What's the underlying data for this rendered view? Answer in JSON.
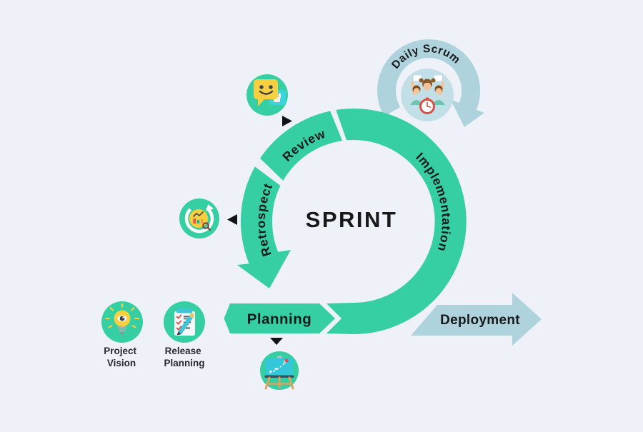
{
  "diagram": {
    "center_label": "SPRINT",
    "segments": {
      "review": "Review",
      "retrospect": "Retrospect",
      "implementation": "Implementation",
      "planning": "Planning"
    },
    "flows": {
      "daily_scrum": "Daily Scrum",
      "deployment": "Deployment"
    },
    "inputs": {
      "project_vision": {
        "line1": "Project",
        "line2": "Vision"
      },
      "release_planning": {
        "line1": "Release",
        "line2": "Planning"
      }
    },
    "icons": {
      "review": "feedback-speech-bubbles-icon",
      "retrospect": "analysis-refresh-icon",
      "daily_scrum": "team-standup-clock-icon",
      "project_vision": "idea-bulb-eye-icon",
      "release_planning": "checklist-pencil-icon",
      "planning": "strategy-board-icon"
    },
    "colors": {
      "green": "#36cfa4",
      "light_blue": "#aed3dd",
      "light_blue_inner": "#c2dfe8",
      "background": "#eef1f8",
      "text": "#17181a",
      "icon_yellow": "#f8cf3f",
      "icon_cyan": "#3ad4de",
      "icon_red": "#de5147"
    }
  }
}
